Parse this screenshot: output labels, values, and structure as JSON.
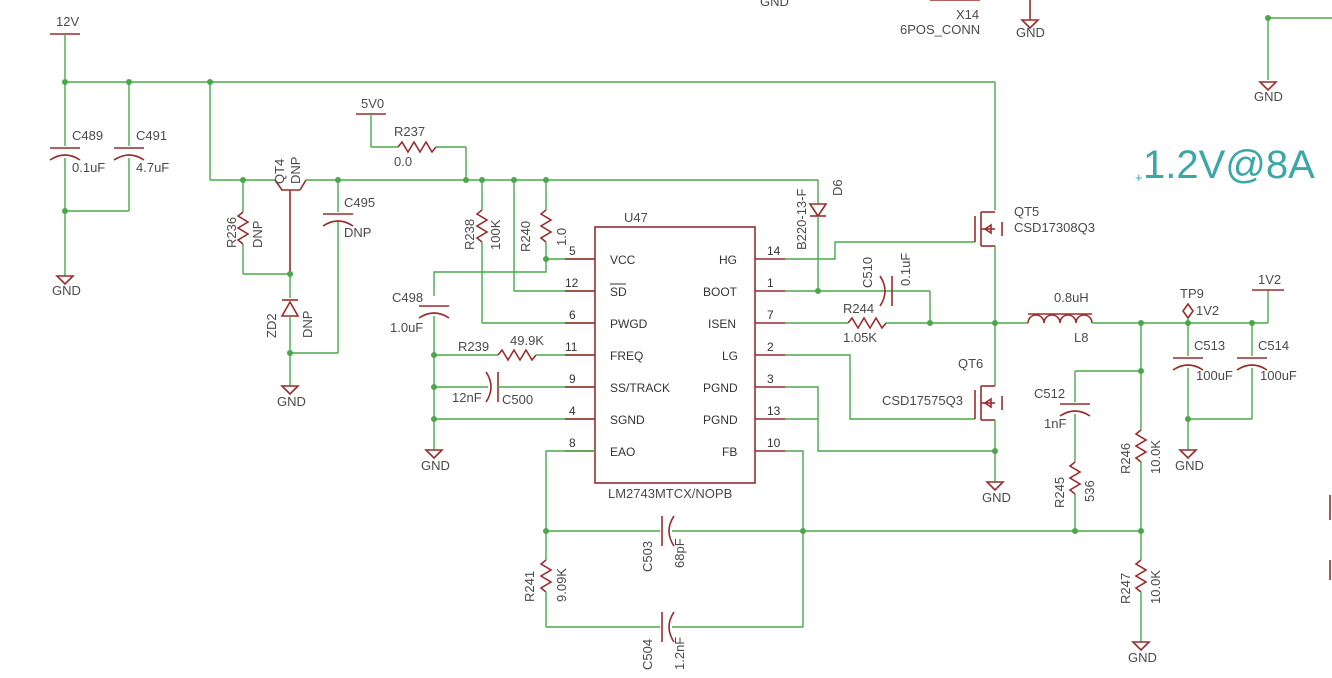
{
  "title": "1.2V@8A",
  "gnd": "GND",
  "connector": {
    "ref": "X14",
    "value": "6POS_CONN"
  },
  "rails": {
    "v12": "12V",
    "v5": "5V0",
    "v1v2": "1V2",
    "tp9": "TP9",
    "tp9_net": "1V2"
  },
  "ic": {
    "ref": "U47",
    "value": "LM2743MTCX/NOPB",
    "left_pins": [
      {
        "num": "5",
        "name": "VCC"
      },
      {
        "num": "12",
        "name": "SD"
      },
      {
        "num": "6",
        "name": "PWGD"
      },
      {
        "num": "11",
        "name": "FREQ"
      },
      {
        "num": "9",
        "name": "SS/TRACK"
      },
      {
        "num": "4",
        "name": "SGND"
      },
      {
        "num": "8",
        "name": "EAO"
      }
    ],
    "right_pins": [
      {
        "num": "14",
        "name": "HG"
      },
      {
        "num": "1",
        "name": "BOOT"
      },
      {
        "num": "7",
        "name": "ISEN"
      },
      {
        "num": "2",
        "name": "LG"
      },
      {
        "num": "3",
        "name": "PGND"
      },
      {
        "num": "13",
        "name": "PGND"
      },
      {
        "num": "10",
        "name": "FB"
      }
    ]
  },
  "components": {
    "c489": {
      "ref": "C489",
      "value": "0.1uF"
    },
    "c491": {
      "ref": "C491",
      "value": "4.7uF"
    },
    "r236": {
      "ref": "R236",
      "value": "DNP"
    },
    "qt4": {
      "ref": "QT4",
      "value": "DNP"
    },
    "c495": {
      "ref": "C495",
      "value": "DNP"
    },
    "zd2": {
      "ref": "ZD2",
      "value": "DNP"
    },
    "r237": {
      "ref": "R237",
      "value": "0.0"
    },
    "r238": {
      "ref": "R238",
      "value": "100K"
    },
    "r240": {
      "ref": "R240",
      "value": "1.0"
    },
    "c498": {
      "ref": "C498",
      "value": "1.0uF"
    },
    "r239": {
      "ref": "R239",
      "value": "49.9K"
    },
    "c500": {
      "ref": "C500",
      "value": "12nF"
    },
    "d6": {
      "ref": "D6",
      "value": "B220-13-F"
    },
    "qt5": {
      "ref": "QT5",
      "value": "CSD17308Q3"
    },
    "c510": {
      "ref": "C510",
      "value": "0.1uF"
    },
    "r244": {
      "ref": "R244",
      "value": "1.05K"
    },
    "l8": {
      "ref": "L8",
      "value": "0.8uH"
    },
    "qt6": {
      "ref": "QT6",
      "value": "CSD17575Q3"
    },
    "c512": {
      "ref": "C512",
      "value": "1nF"
    },
    "r245": {
      "ref": "R245",
      "value": "536"
    },
    "r246": {
      "ref": "R246",
      "value": "10.0K"
    },
    "r247": {
      "ref": "R247",
      "value": "10.0K"
    },
    "c513": {
      "ref": "C513",
      "value": "100uF"
    },
    "c514": {
      "ref": "C514",
      "value": "100uF"
    },
    "c503": {
      "ref": "C503",
      "value": "68pF"
    },
    "r241": {
      "ref": "R241",
      "value": "9.09K"
    },
    "c504": {
      "ref": "C504",
      "value": "1.2nF"
    }
  }
}
